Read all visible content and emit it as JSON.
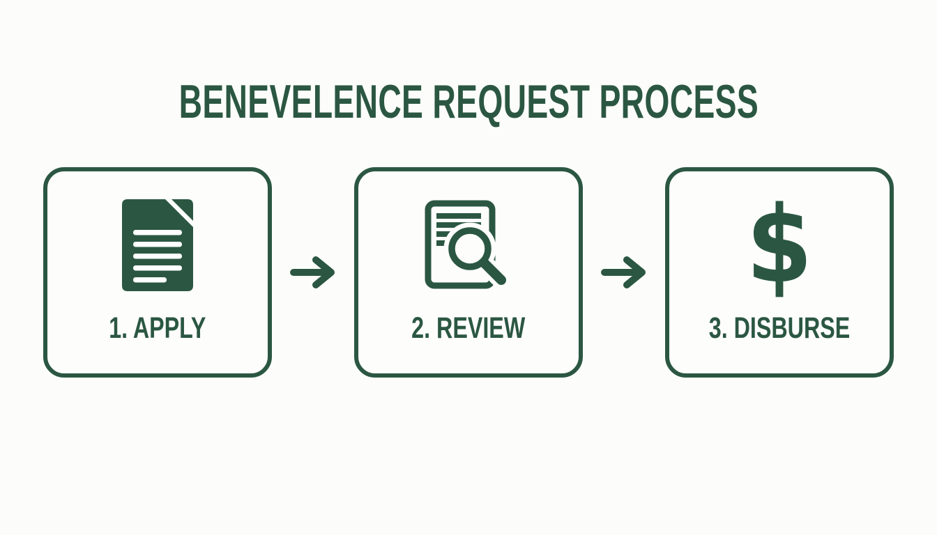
{
  "title": "BENEVELENCE REQUEST PROCESS",
  "steps": [
    {
      "label": "1. APPLY",
      "icon": "document-icon"
    },
    {
      "label": "2. REVIEW",
      "icon": "document-search-icon"
    },
    {
      "label": "3. DISBURSE",
      "icon": "dollar-sign-icon",
      "glyph": "$"
    }
  ],
  "icons": {
    "connector": "arrow-right-icon"
  },
  "colors": {
    "green": "#2b5742",
    "background": "#fcfdfb",
    "box_background": "#fdfdfc"
  }
}
